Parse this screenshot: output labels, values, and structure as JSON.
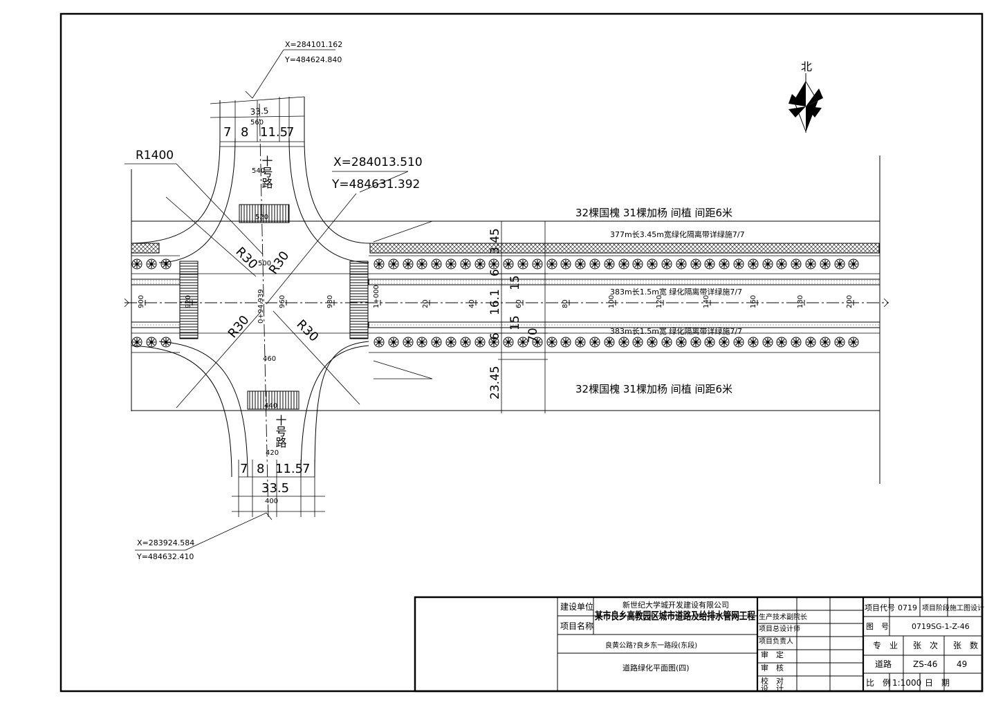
{
  "north": {
    "label": "北"
  },
  "coords": {
    "top": {
      "x": "X=284101.162",
      "y": "Y=484624.840"
    },
    "center": {
      "x": "X=284013.510",
      "y": "Y=484631.392"
    },
    "bottom": {
      "x": "X=283924.584",
      "y": "Y=484632.410"
    }
  },
  "radius": {
    "big": "R1400",
    "r30": "R30"
  },
  "north_road": {
    "name": "十号路",
    "total": "33.5",
    "lanes": [
      "7",
      "8",
      "11.5",
      "7"
    ],
    "sta_top": "560",
    "sta_mid": "540",
    "sta_low": "520",
    "sta_near": "500"
  },
  "south_road": {
    "name": "十号路",
    "total": "33.5",
    "lanes": [
      "7",
      "8",
      "11.5",
      "7"
    ],
    "sta_a": "460",
    "sta_b": "440",
    "sta_c": "420",
    "sta_d": "400"
  },
  "intersection": {
    "chainage": "0+94.939"
  },
  "main_road": {
    "chainage_ticks": [
      "900",
      "920",
      "960",
      "980",
      "1+000",
      "20",
      "40",
      "60",
      "80",
      "100",
      "120",
      "140",
      "160",
      "180",
      "200"
    ],
    "tree_note_top": "32棵国槐 31棵加杨 间植 间距6米",
    "tree_note_bottom": "32棵国槐 31棵加杨 间植 间距6米",
    "belt_top_note": "377m长3.45m宽绿化隔离带详绿施7/7",
    "belt_mid_note": "383m长1.5m宽 绿化隔离带详绿施7/7",
    "belt_low_note": "383m长1.5m宽 绿化隔离带详绿施7/7",
    "dims": {
      "d345": "3.45",
      "d6a": "6",
      "d15a": "15",
      "d161": "16.1",
      "d15b": "15",
      "d6b": "6",
      "d70": "70",
      "d2345": "23.45"
    }
  },
  "title_block": {
    "build_unit_label": "建设单位",
    "build_unit": "新世纪大学城开发建设有限公司",
    "project_name_label": "项目名称",
    "project_name": "某市良乡高教园区城市道路及给排水管网工程",
    "section_name": "良黄公路?良乡东一路段(东段)",
    "drawing_name": "道路绿化平面图(四)",
    "roles": [
      "生产技术副院长",
      "项目总设计师",
      "项目负责人",
      "审　定",
      "审　核",
      "校　对",
      "设　计"
    ],
    "project_code_label": "项目代号",
    "project_code": "0719",
    "stage_label": "项目阶段",
    "stage": "施工图设计",
    "drawing_no_label": "图　号",
    "drawing_no": "0719SG-1-Z-46",
    "discipline_label": "专　业",
    "discipline": "道路",
    "sheet_no_label": "张　次",
    "sheet_no": "ZS-46",
    "sheet_count_label": "张　数",
    "sheet_count": "49",
    "scale_label": "比　例",
    "scale": "1:1000",
    "date_label": "日　期",
    "date": ""
  }
}
